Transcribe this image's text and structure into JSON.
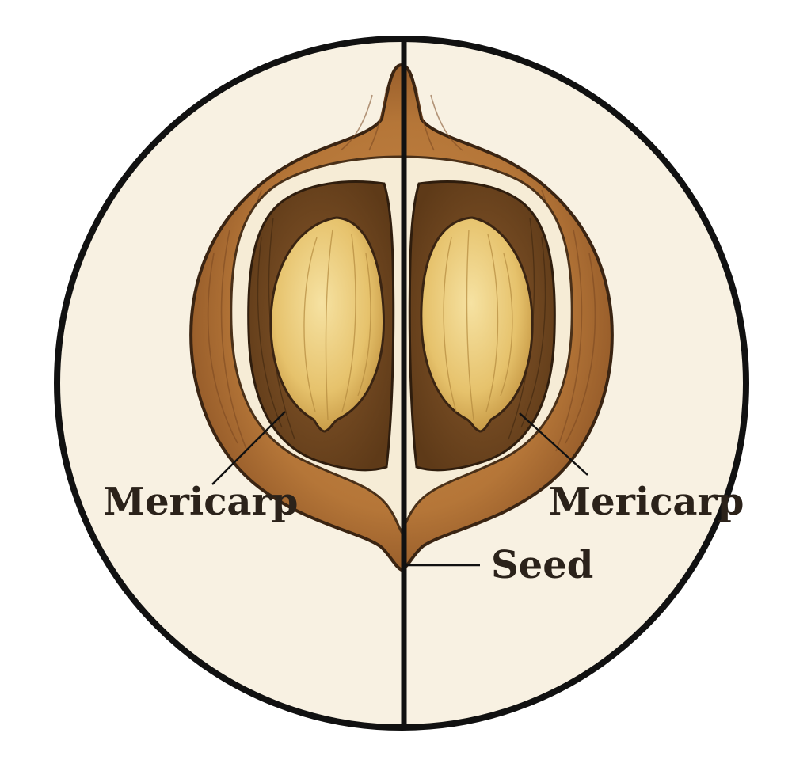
{
  "labels": {
    "mericarp_left": "Mericarp",
    "mericarp_right": "Mericarp",
    "seed": "Seed"
  },
  "colors": {
    "background_disc": "#f8f1e2",
    "outline": "#111111",
    "husk": "#b77a3e",
    "husk_dark": "#8a5426",
    "cavity": "#6f4620",
    "septum": "#f6ecd6",
    "seed_fill": "#e8c876",
    "label_ink": "#2b221a"
  }
}
